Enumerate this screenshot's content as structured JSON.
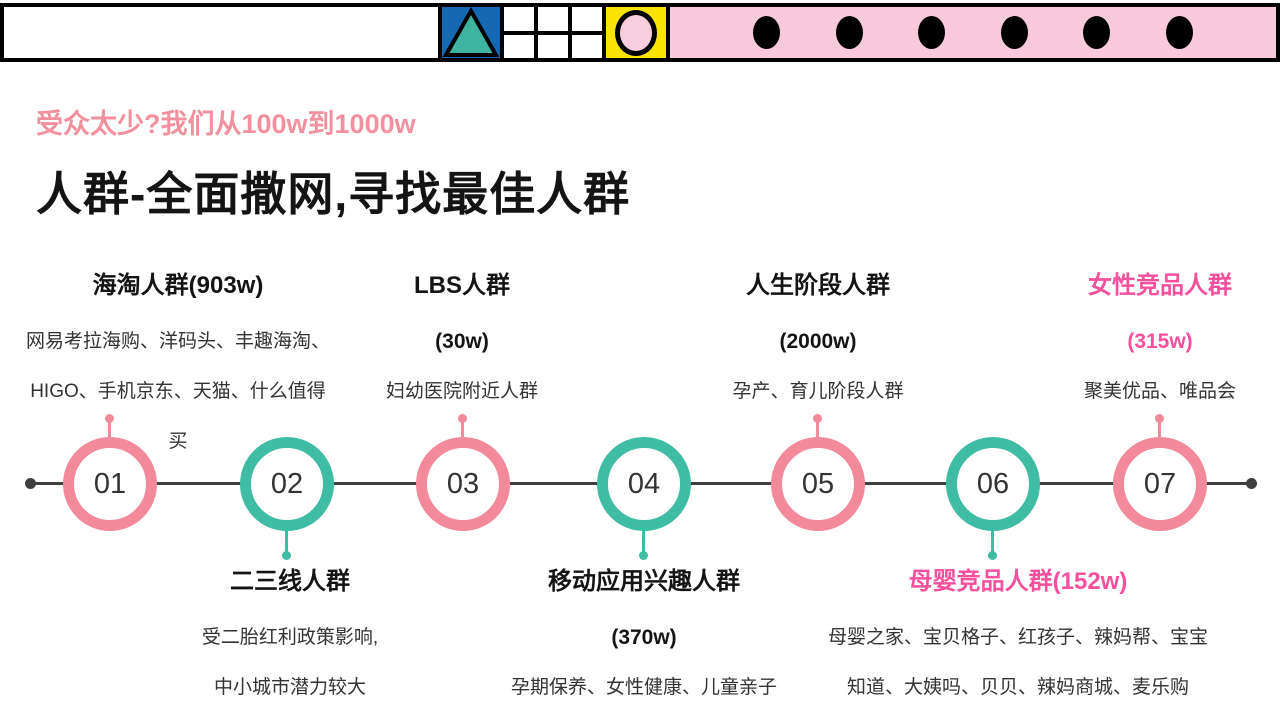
{
  "header": {
    "subtitle": "受众太少?我们从100w到1000w",
    "title": "人群-全面撒网,寻找最佳人群"
  },
  "banner": {
    "shapes": [
      {
        "icon": "triangle-icon"
      },
      {
        "icon": "grid-icon"
      },
      {
        "icon": "circle-icon"
      },
      {
        "icon": "dots-icon",
        "dot_count": 6
      }
    ]
  },
  "timeline": {
    "nodes": [
      "01",
      "02",
      "03",
      "04",
      "05",
      "06",
      "07"
    ]
  },
  "groups_top": [
    {
      "title": "海淘人群(903w)",
      "lines": [
        "网易考拉海购、洋码头、丰趣海淘、",
        "HIGO、手机京东、天猫、什么值得",
        "买"
      ]
    },
    {
      "title": "LBS人群",
      "count": "(30w)",
      "lines": [
        "妇幼医院附近人群"
      ]
    },
    {
      "title": "人生阶段人群",
      "count": "(2000w)",
      "lines": [
        "孕产、育儿阶段人群"
      ]
    },
    {
      "title": "女性竞品人群",
      "count": "(315w)",
      "lines": [
        "聚美优品、唯品会"
      ]
    }
  ],
  "groups_bottom": [
    {
      "title": "二三线人群",
      "lines": [
        "受二胎红利政策影响,",
        "中小城市潜力较大"
      ]
    },
    {
      "title": "移动应用兴趣人群",
      "count": "(370w)",
      "lines": [
        "孕期保养、女性健康、儿童亲子"
      ]
    },
    {
      "title": "母婴竞品人群(152w)",
      "lines": [
        "母婴之家、宝贝格子、红孩子、辣妈帮、宝宝",
        "知道、大姨吗、贝贝、辣妈商城、麦乐购"
      ]
    }
  ],
  "colors": {
    "accent_pink": "#f38a9c",
    "accent_teal": "#3fbda4",
    "highlight_magenta": "#f8509e",
    "subtitle_pink": "#f2909f",
    "banner_blue": "#1668b3",
    "banner_yellow": "#f8e400",
    "banner_pink": "#f9cadb",
    "line_gray": "#3f3f3f"
  }
}
